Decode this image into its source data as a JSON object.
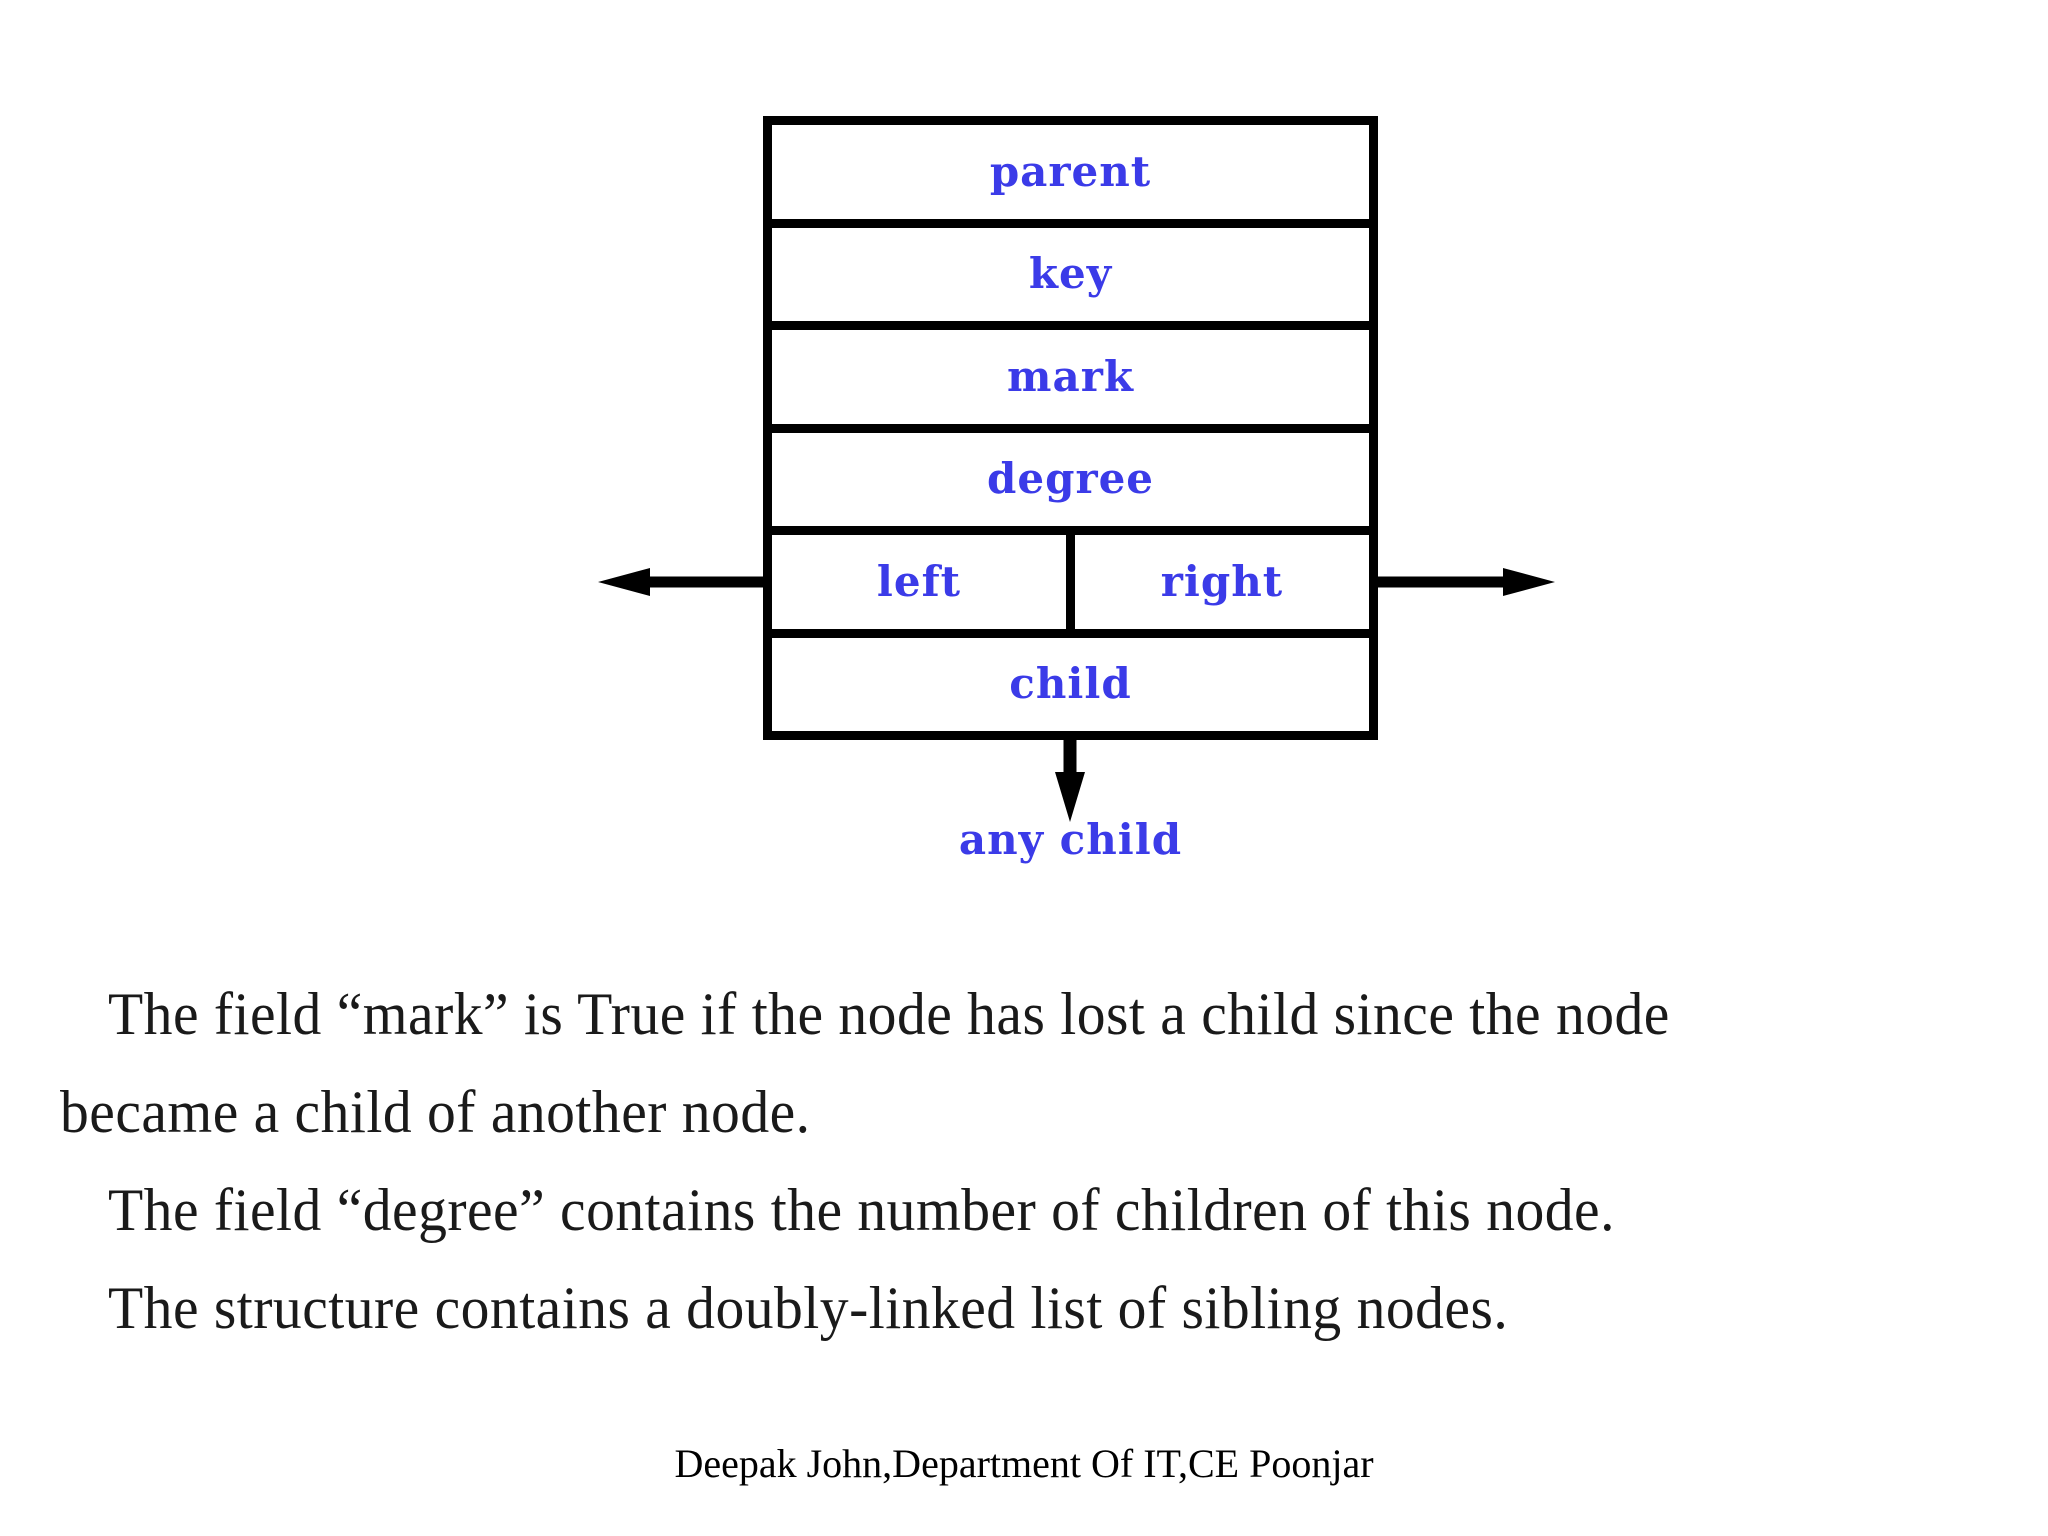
{
  "diagram": {
    "title": "fibonacci-heap-node-structure",
    "accent_color": "#3b3be8",
    "line_color": "#000000",
    "fields": [
      {
        "label": "parent"
      },
      {
        "label": "key"
      },
      {
        "label": "mark"
      },
      {
        "label": "degree"
      }
    ],
    "split_row": {
      "left_label": "left",
      "right_label": "right"
    },
    "child_row": {
      "label": "child"
    },
    "arrows": {
      "left_icon": "arrow-left-icon",
      "right_icon": "arrow-right-icon",
      "down_icon": "arrow-down-icon"
    },
    "any_child_label": "any child"
  },
  "body": {
    "lines": [
      "The field “mark” is True if the node has lost a child since the node",
      "became a child of another node.",
      "The field “degree” contains the number of children of this node.",
      "The structure contains a doubly-linked list of sibling nodes."
    ]
  },
  "footer": {
    "text": "Deepak John,Department Of IT,CE Poonjar"
  }
}
